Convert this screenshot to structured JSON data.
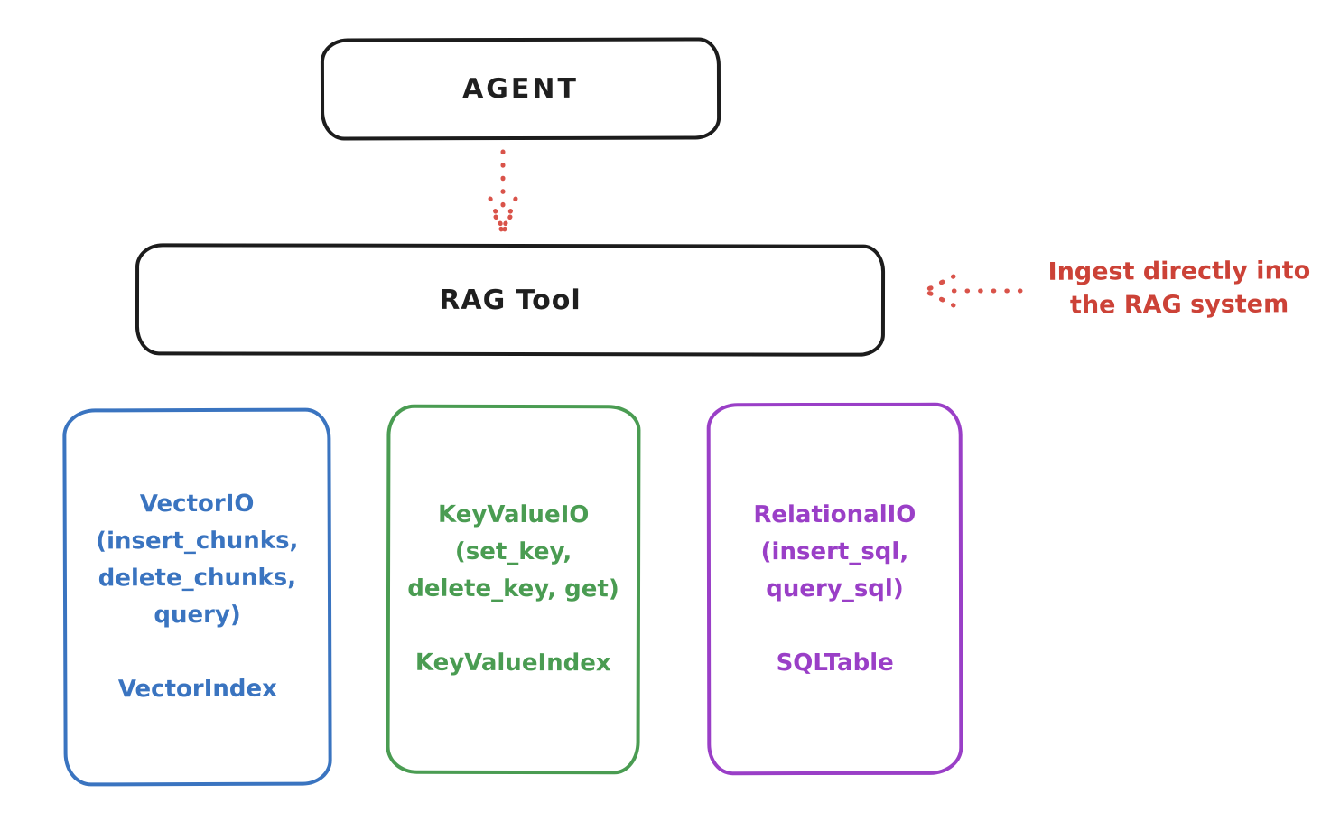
{
  "colors": {
    "outline_black": "#1c1c1c",
    "annotation_red": "#cc4237",
    "arrow_red": "#d9534a",
    "vector_blue": "#3a74c0",
    "keyvalue_green": "#4a9c52",
    "relational_purple": "#9a3fc7",
    "background": "#ffffff"
  },
  "agent_box": {
    "label": "AGENT"
  },
  "rag_tool_box": {
    "label": "RAG Tool"
  },
  "ingest_annotation": {
    "line1": "Ingest directly into",
    "line2": "the RAG system"
  },
  "io_boxes": [
    {
      "lines": [
        "VectorIO",
        "(insert_chunks,",
        "delete_chunks,",
        "query)"
      ],
      "footer": "VectorIndex"
    },
    {
      "lines": [
        "KeyValueIO",
        "(set_key,",
        "delete_key, get)"
      ],
      "footer": "KeyValueIndex"
    },
    {
      "lines": [
        "RelationalIO",
        "(insert_sql,",
        "query_sql)"
      ],
      "footer": "SQLTable"
    }
  ]
}
